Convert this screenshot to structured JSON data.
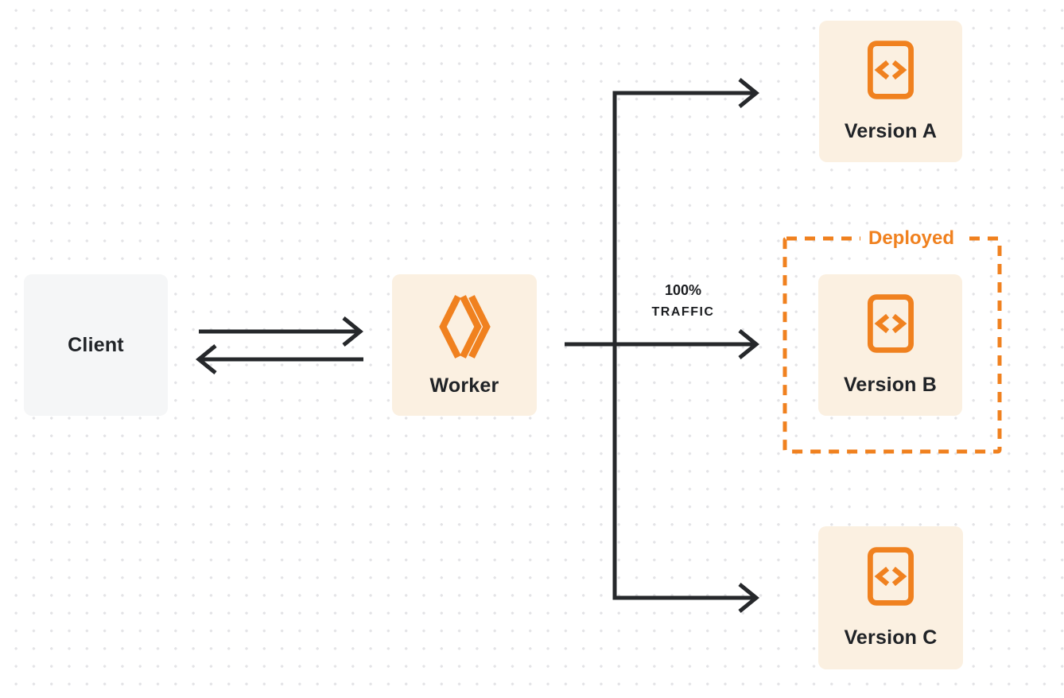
{
  "palette": {
    "background": "#ffffff",
    "grid_dot": "#e3e3e6",
    "connector_line": "#26282b",
    "accent_orange": "#f0811f",
    "node_cream": "#fbf0e1",
    "node_gray": "#f5f6f7",
    "text_dark": "#202327"
  },
  "nodes": {
    "client": {
      "label": "Client"
    },
    "worker": {
      "label": "Worker"
    },
    "version_a": {
      "label": "Version A"
    },
    "version_b": {
      "label": "Version B"
    },
    "version_c": {
      "label": "Version C"
    }
  },
  "annotations": {
    "traffic_line1": "100%",
    "traffic_line2": "TRAFFIC",
    "deployed_label": "Deployed"
  },
  "icons": {
    "worker_icon": "workers-double-chevron-icon",
    "version_icon": "code-file-icon"
  }
}
